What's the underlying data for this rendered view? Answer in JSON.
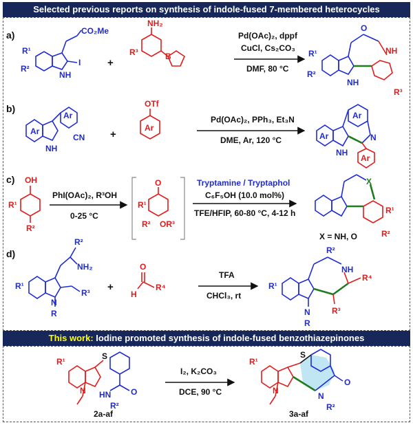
{
  "header": {
    "title": "Selected previous reports on synthesis of  indole-fused 7-membered heterocycles"
  },
  "this_work": {
    "highlight": "This work:",
    "rest": " Iodine promoted synthesis of indole-fused benzothiazepinones"
  },
  "panels": {
    "a": {
      "label": "a)",
      "cond1": "Pd(OAc)₂, dppf",
      "cond2": "CuCl, Cs₂CO₃",
      "cond3": "DMF, 80 °C",
      "ester": "CO₂Me",
      "r1": "R¹",
      "r2": "R²",
      "r3": "R³",
      "nh2": "NH₂",
      "nh": "NH",
      "i": "I",
      "b": "B",
      "o": "O"
    },
    "b": {
      "label": "b)",
      "cond1": "Pd(OAc)₂, PPh₃, Et₃N",
      "cond2": "DME, Ar, 120 °C",
      "ar": "Ar",
      "cn": "CN",
      "otf": "OTf",
      "n": "N",
      "nh": "NH"
    },
    "c": {
      "label": "c)",
      "cond1": "PhI(OAc)₂, R³OH",
      "cond2": "0-25 °C",
      "reagent_blue": "Tryptamine / Tryptaphol",
      "cond3": "C₆F₅OH (10.0 mol%)",
      "cond4": "TFE/HFIP, 60-80 °C, 4-12 h",
      "x_note": "X = NH, O",
      "oh": "OH",
      "o": "O",
      "or3": "OR³",
      "x": "X",
      "r1": "R¹",
      "r2": "R²"
    },
    "d": {
      "label": "d)",
      "cond1": "TFA",
      "cond2": "CHCl₃, rt",
      "nh2": "NH₂",
      "nh": "NH",
      "h": "H",
      "o": "O",
      "r": "R",
      "r1": "R¹",
      "r2": "R²",
      "r3": "R³",
      "r4": "R⁴",
      "n": "N"
    },
    "e": {
      "cond1": "I₂, K₂CO₃",
      "cond2": "DCE, 90 °C",
      "s": "S",
      "hn": "HN",
      "o": "O",
      "n": "N",
      "r1": "R¹",
      "r2": "R²",
      "sm_label": "2a-af",
      "prod_label": "3a-af"
    },
    "plus": "+"
  }
}
